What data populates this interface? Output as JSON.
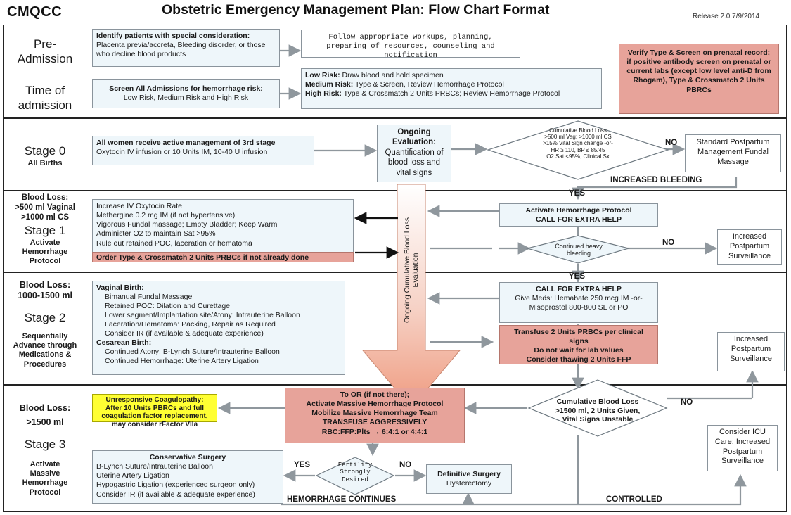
{
  "header": {
    "logo": "CMQCC",
    "title": "Obstetric Emergency Management Plan: Flow Chart Format",
    "release": "Release 2.0 7/9/2014"
  },
  "stages": {
    "pre_admission": "Pre-\nAdmission",
    "time_admission": "Time of\nadmission",
    "stage0_title": "Stage 0",
    "stage0_sub": "All Births",
    "stage1_blood": "Blood Loss:\n>500 ml Vaginal\n>1000 ml CS",
    "stage1_title": "Stage 1",
    "stage1_sub": "Activate\nHemorrhage\nProtocol",
    "stage2_blood": "Blood Loss:\n1000-1500 ml",
    "stage2_title": "Stage 2",
    "stage2_sub": "Sequentially\nAdvance through\nMedications &\nProcedures",
    "stage3_blood": "Blood Loss:\n>1500 ml",
    "stage3_title": "Stage 3",
    "stage3_sub": "Activate\nMassive\nHemorrhage\nProtocol"
  },
  "pre": {
    "identify_title": "Identify patients with special consideration:",
    "identify_text": "Placenta previa/accreta, Bleeding disorder, or those who decline blood products",
    "follow": "Follow appropriate workups, planning, preparing of resources, counseling and notification",
    "screen_title": "Screen All Admissions for hemorrhage risk:",
    "screen_text": "Low Risk, Medium Risk and High Risk",
    "low_label": "Low Risk:",
    "low_text": "Draw blood and hold specimen",
    "med_label": "Medium Risk:",
    "med_text": "Type & Screen, Review Hemorrhage Protocol",
    "high_label": "High Risk:",
    "high_text": "Type & Crossmatch 2 Units PRBCs; Review Hemorrhage Protocol",
    "verify": "Verify Type & Screen on prenatal record; if positive antibody screen on prenatal or current labs (except low level anti-D from Rhogam), Type & Crossmatch 2 Units PBRCs"
  },
  "stage0": {
    "active_title": "All women receive active management of 3rd stage",
    "active_text": "Oxytocin IV infusion or 10 Units IM, 10-40 U infusion",
    "ongoing_title": "Ongoing Evaluation:",
    "ongoing_text": "Quantification of blood loss and vital signs",
    "diamond": "Cumulative Blood Loss\n>500 ml Vag; >1000 ml CS\n>15% Vital Sign change -or-\nHR ≥ 110, BP ≤ 85/45\nO2 Sat <95%, Clinical Sx",
    "no": "NO",
    "standard": "Standard Postpartum Management Fundal Massage",
    "increased_bleeding": "INCREASED BLEEDING",
    "yes": "YES"
  },
  "stage1": {
    "items": [
      "Increase IV Oxytocin Rate",
      "Methergine 0.2 mg IM (if not hypertensive)",
      "Vigorous Fundal massage; Empty Bladder; Keep Warm",
      "Administer O2 to maintain Sat >95%",
      "Rule out retained POC, laceration or hematoma"
    ],
    "order": "Order Type & Crossmatch 2 Units PRBCs if not already done",
    "activate": "Activate Hemorrhage Protocol\nCALL FOR EXTRA HELP",
    "continued": "Continued heavy bleeding",
    "no": "NO",
    "yes": "YES",
    "surveillance": "Increased Postpartum Surveillance"
  },
  "vertical_arrow": "Ongoing Cumulative Blood Loss Evaluation",
  "stage2": {
    "vaginal_title": "Vaginal Birth:",
    "vaginal_items": [
      "Bimanual Fundal Massage",
      "Retained POC: Dilation and Curettage",
      "Lower segment/Implantation site/Atony: Intrauterine Balloon",
      "Laceration/Hematoma: Packing, Repair as Required",
      "Consider IR (if available & adequate experience)"
    ],
    "cesarean_title": "Cesarean Birth:",
    "cesarean_items": [
      "Continued Atony: B-Lynch Suture/Intrauterine Balloon",
      "Continued Hemorrhage: Uterine Artery Ligation"
    ],
    "help_title": "CALL FOR EXTRA HELP",
    "help_text": "Give Meds: Hemabate 250 mcg IM -or- Misoprostol 800-800 SL or PO",
    "transfuse": "Transfuse 2 Units PRBCs per clinical signs\nDo not wait for lab values\nConsider thawing 2 Units FFP",
    "surveillance": "Increased Postpartum Surveillance"
  },
  "stage3": {
    "coag": "Unresponsive Coagulopathy:\nAfter 10 Units PBRCs and full coagulation factor replacement, may consider rFactor VIIa",
    "or_title": "To OR (if not there);",
    "or_text": "Activate Massive Hemorrhage Protocol\nMobilize Massive Hemorrhage Team\nTRANSFUSE AGGRESSIVELY\nRBC:FFP:Plts → 6:4:1 or 4:4:1",
    "diamond": "Cumulative Blood Loss\n>1500 ml, 2 Units Given,\nVital Signs Unstable",
    "no": "NO",
    "icu": "Consider ICU Care; Increased Postpartum Surveillance",
    "cons_title": "Conservative Surgery",
    "cons_items": [
      "B-Lynch Suture/Intrauterine Balloon",
      "Uterine Artery Ligation",
      "Hypogastric Ligation (experienced surgeon only)",
      "Consider IR (if available & adequate experience)"
    ],
    "fertility": "Fertility\nStrongly\nDesired",
    "yes": "YES",
    "no2": "NO",
    "definitive_title": "Definitive Surgery",
    "definitive_text": "Hysterectomy",
    "continues": "HEMORRHAGE CONTINUES",
    "controlled": "CONTROLLED"
  }
}
